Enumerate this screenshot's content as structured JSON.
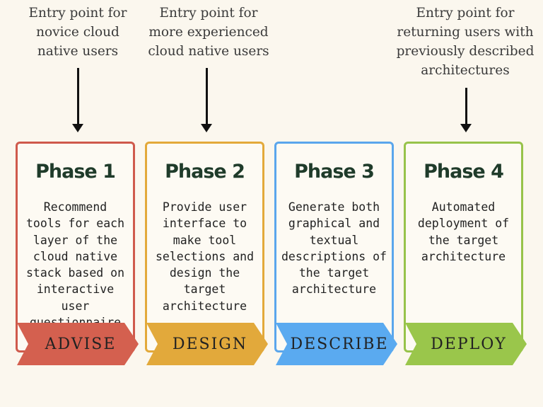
{
  "entries": [
    {
      "lines": [
        "Entry point for",
        "novice cloud",
        "native users"
      ]
    },
    {
      "lines": [
        "Entry point for",
        "more experienced",
        "cloud native users"
      ]
    },
    {
      "lines": [
        "Entry point for",
        "returning users with",
        "previously described",
        "architectures"
      ]
    }
  ],
  "phases": [
    {
      "title": "Phase 1",
      "description": [
        "Recommend",
        "tools for each",
        "layer of the",
        "cloud native",
        "stack based on",
        "interactive user",
        "questionnaire"
      ],
      "banner": "ADVISE",
      "border_color": "#cf5a4c",
      "banner_color": "#d4604f"
    },
    {
      "title": "Phase 2",
      "description": [
        "Provide user",
        "interface to",
        "make tool",
        "selections and",
        "design the",
        "target",
        "architecture"
      ],
      "banner": "DESIGN",
      "border_color": "#e3a93a",
      "banner_color": "#e2a93b"
    },
    {
      "title": "Phase 3",
      "description": [
        "Generate both",
        "graphical and",
        "textual",
        "descriptions of",
        "the target",
        "architecture"
      ],
      "banner": "DESCRIBE",
      "border_color": "#5aa6ec",
      "banner_color": "#5aaaf0"
    },
    {
      "title": "Phase 4",
      "description": [
        "Automated",
        "deployment of",
        "the target",
        "architecture"
      ],
      "banner": "DEPLOY",
      "border_color": "#97c34a",
      "banner_color": "#9ac64b"
    }
  ],
  "colors": {
    "background": "#fbf7ee",
    "arrow": "#111111",
    "title": "#1f3b2a"
  }
}
